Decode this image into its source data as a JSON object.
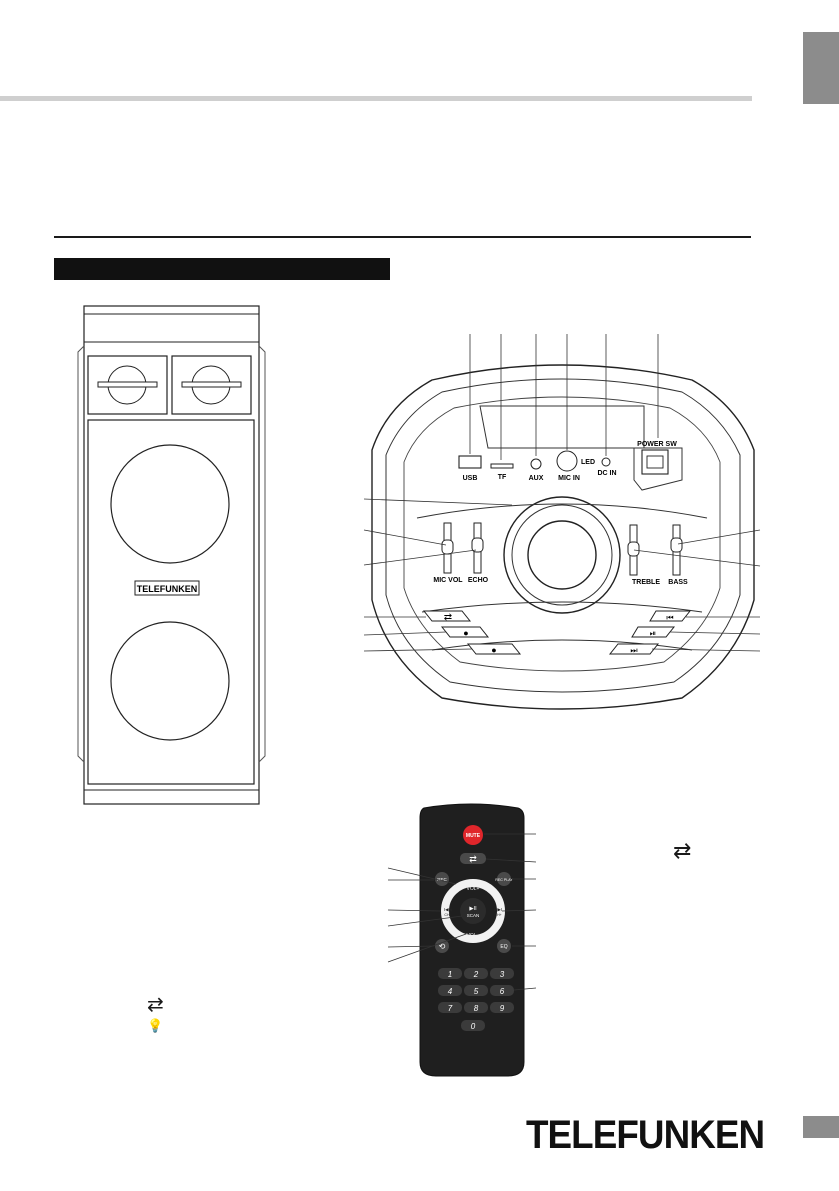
{
  "speaker_front": {
    "logo_text": "TELEFUNKEN"
  },
  "control_panel": {
    "labels": {
      "usb": "USB",
      "tf": "TF",
      "aux": "AUX",
      "mic_in": "MIC IN",
      "led": "LED",
      "dc_in": "DC IN",
      "power_sw": "POWER SW",
      "mic_vol": "MIC VOL",
      "echo": "ECHO",
      "treble": "TREBLE",
      "bass": "BASS"
    },
    "glyphs": {
      "mode": "⇄",
      "light": "●",
      "rec": "●",
      "prev": "⏮",
      "play_pause": "⏯",
      "next": "⏭"
    }
  },
  "remote": {
    "mute": "MUTE",
    "rec": "REC",
    "rec_play": "REC\nPLAY",
    "vol_plus": "VOL+",
    "vol_minus": "VOL−",
    "scan": "SCAN",
    "play_glyph": "▶II",
    "prev_glyph": "I◀◀",
    "next_glyph": "▶▶I",
    "ch_minus": "CH−",
    "ch_plus": "CH+",
    "eq": "EQ",
    "repeat_glyph": "⟲",
    "mode_glyph": "⇄",
    "digits": [
      "1",
      "2",
      "3",
      "4",
      "5",
      "6",
      "7",
      "8",
      "9",
      "0"
    ]
  },
  "legend": {
    "mode_glyph": "⇄",
    "light_glyph": "💡"
  },
  "footer": {
    "brand": "TELEFUNKEN"
  }
}
